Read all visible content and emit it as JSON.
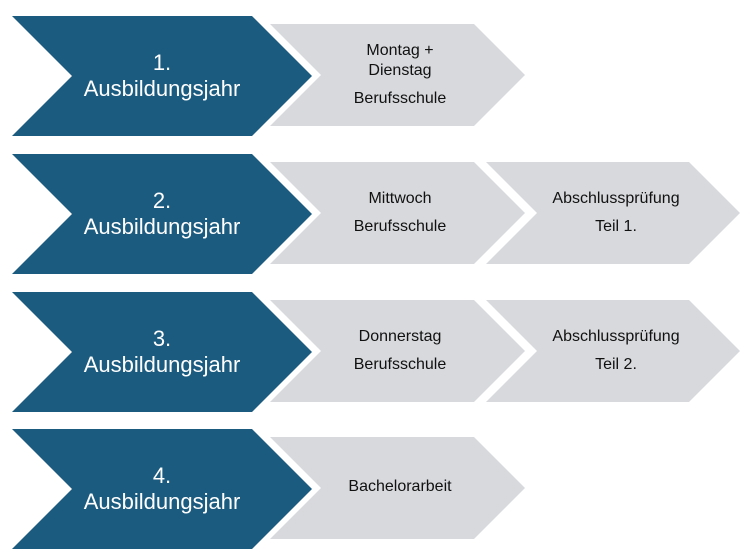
{
  "colors": {
    "primary_chevron": "#1b5b7f",
    "secondary_chevron": "#d7d9dc",
    "text_primary": "#ffffff",
    "text_secondary": "#111111"
  },
  "rows": [
    {
      "main": {
        "number": "1.",
        "label": "Ausbildungsjahr"
      },
      "secondary": {
        "line1": "Montag +",
        "line2": "Dienstag",
        "line3": "Berufsschule"
      }
    },
    {
      "main": {
        "number": "2.",
        "label": "Ausbildungsjahr"
      },
      "secondary": {
        "line1": "Mittwoch",
        "line2": "Berufsschule"
      },
      "tertiary": {
        "line1": "Abschlussprüfung",
        "line2": "Teil 1."
      }
    },
    {
      "main": {
        "number": "3.",
        "label": "Ausbildungsjahr"
      },
      "secondary": {
        "line1": "Donnerstag",
        "line2": "Berufsschule"
      },
      "tertiary": {
        "line1": "Abschlussprüfung",
        "line2": "Teil 2."
      }
    },
    {
      "main": {
        "number": "4.",
        "label": "Ausbildungsjahr"
      },
      "secondary": {
        "line1": "Bachelorarbeit"
      }
    }
  ]
}
